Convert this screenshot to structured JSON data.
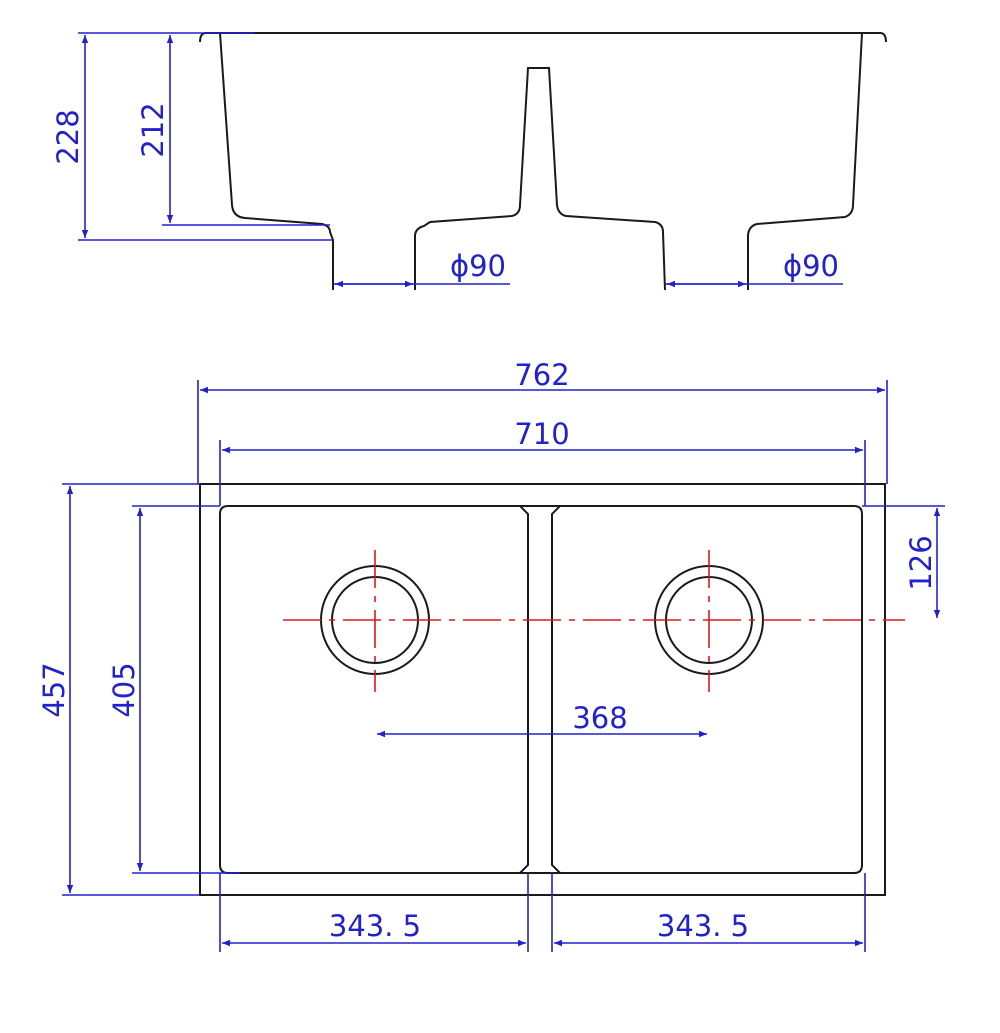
{
  "side_view": {
    "height_total": "228",
    "height_bowl": "212",
    "drain_left": "ϕ90",
    "drain_right": "ϕ90"
  },
  "plan_view": {
    "overall_width": "762",
    "inner_width": "710",
    "overall_depth": "457",
    "inner_depth": "405",
    "drain_offset": "126",
    "drain_spacing": "368",
    "bowl_left_width": "343. 5",
    "bowl_right_width": "343. 5"
  },
  "colors": {
    "outline": "#1a1a1a",
    "dimension": "#2222cc",
    "centerline": "#e01818"
  }
}
